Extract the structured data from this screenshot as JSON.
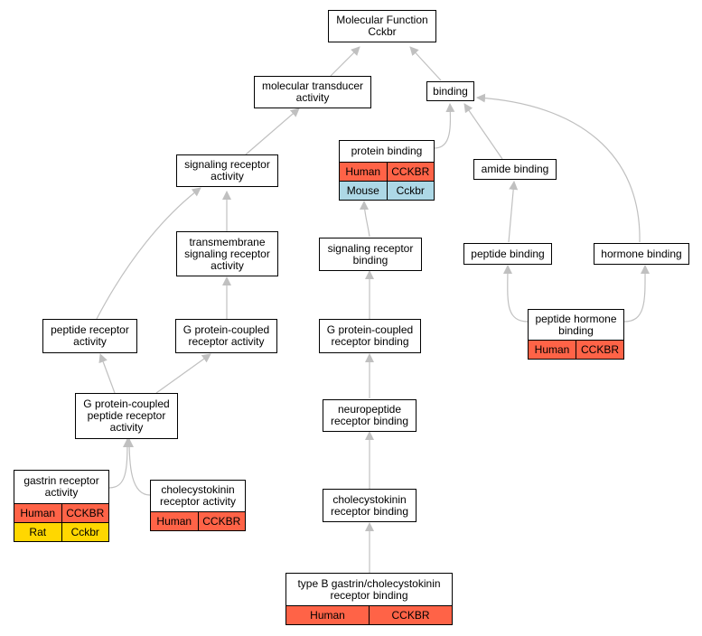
{
  "colors": {
    "human": "#ff6347",
    "mouse": "#add8e6",
    "rat": "#ffd700",
    "edge": "#c0c0c0"
  },
  "nodes": {
    "mf": {
      "label": "Molecular Function\nCckbr"
    },
    "mta": {
      "label": "molecular transducer\nactivity"
    },
    "bind": {
      "label": "binding"
    },
    "sra": {
      "label": "signaling receptor\nactivity"
    },
    "pb": {
      "label": "protein binding",
      "rows": [
        [
          "Human",
          "CCKBR"
        ],
        [
          "Mouse",
          "Cckbr"
        ]
      ]
    },
    "amide": {
      "label": "amide binding"
    },
    "tsra": {
      "label": "transmembrane\nsignaling receptor\nactivity"
    },
    "srb": {
      "label": "signaling receptor\nbinding"
    },
    "pepb": {
      "label": "peptide binding"
    },
    "hb": {
      "label": "hormone binding"
    },
    "pra": {
      "label": "peptide receptor\nactivity"
    },
    "gpcra": {
      "label": "G protein-coupled\nreceptor activity"
    },
    "gpcrb": {
      "label": "G protein-coupled\nreceptor binding"
    },
    "phb": {
      "label": "peptide hormone\nbinding",
      "rows": [
        [
          "Human",
          "CCKBR"
        ]
      ]
    },
    "gpcpra": {
      "label": "G protein-coupled\npeptide receptor\nactivity"
    },
    "nprb": {
      "label": "neuropeptide\nreceptor binding"
    },
    "gra": {
      "label": "gastrin receptor\nactivity",
      "rows": [
        [
          "Human",
          "CCKBR"
        ],
        [
          "Rat",
          "Cckbr"
        ]
      ]
    },
    "ccka": {
      "label": "cholecystokinin\nreceptor activity",
      "rows": [
        [
          "Human",
          "CCKBR"
        ]
      ]
    },
    "cckb": {
      "label": "cholecystokinin\nreceptor binding"
    },
    "tbg": {
      "label": "type B gastrin/cholecystokinin\nreceptor binding",
      "rows": [
        [
          "Human",
          "CCKBR"
        ]
      ]
    }
  }
}
